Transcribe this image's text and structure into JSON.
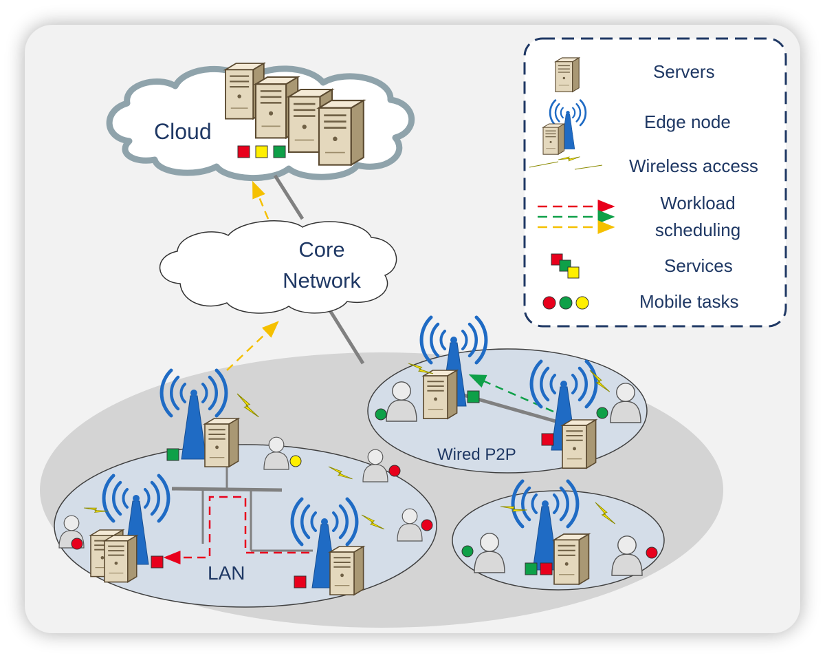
{
  "labels": {
    "cloud": "Cloud",
    "core_line1": "Core",
    "core_line2": "Network",
    "lan": "LAN",
    "wired_p2p": "Wired P2P"
  },
  "legend": {
    "servers": "Servers",
    "edge_node": "Edge node",
    "wireless_access": "Wireless access",
    "workload_line1": "Workload",
    "workload_line2": "scheduling",
    "services": "Services",
    "mobile_tasks": "Mobile tasks"
  },
  "colors": {
    "red": "#e8001c",
    "green": "#0ea048",
    "yellow": "#ffef00",
    "tower_blue": "#1f6bc4",
    "text_navy": "#1f3864",
    "legend_border": "#1f3864"
  },
  "icons": [
    "server-icon",
    "edge-node-icon",
    "radio-tower-icon",
    "user-icon",
    "lightning-icon",
    "cloud-icon"
  ]
}
